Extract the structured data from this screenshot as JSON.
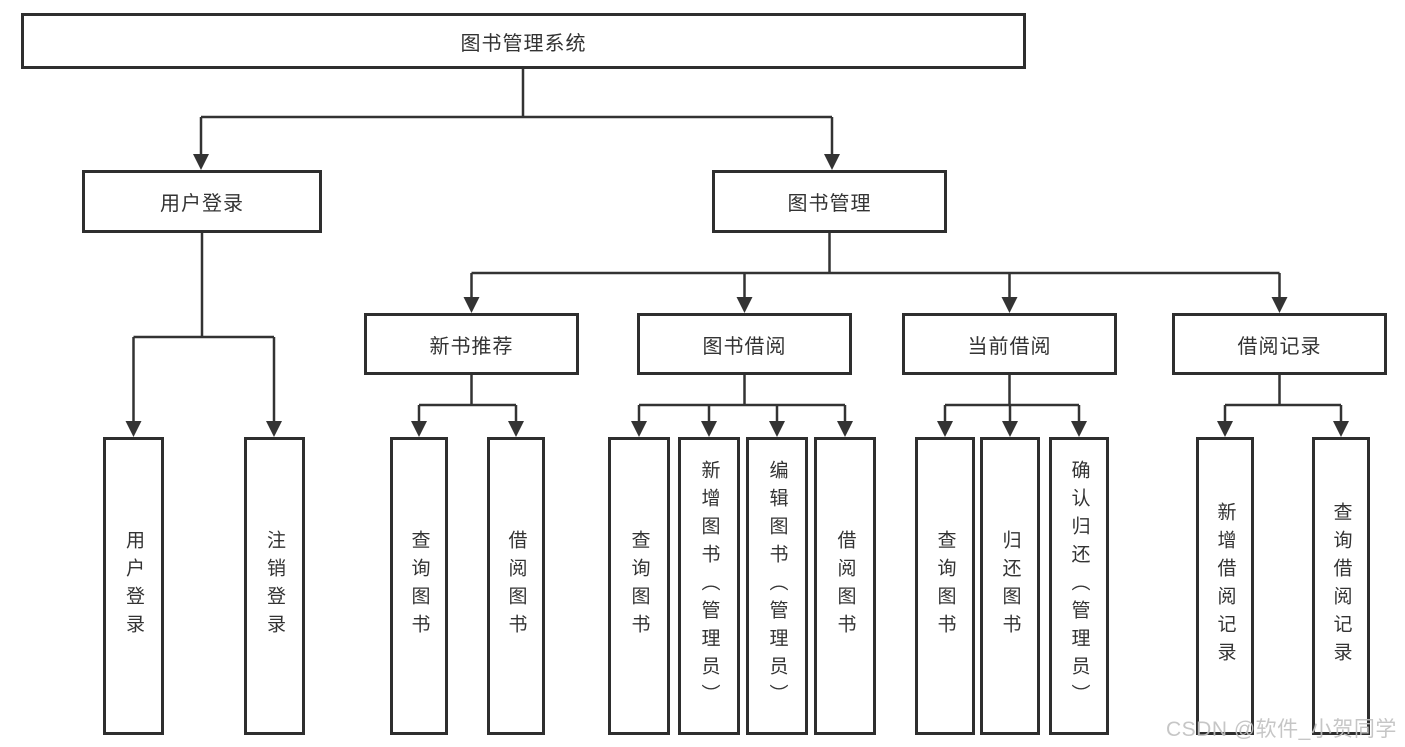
{
  "diagram": {
    "nodes": {
      "root": "图书管理系统",
      "user_login": "用户登录",
      "book_mgmt": "图书管理",
      "new_books": "新书推荐",
      "borrow": "图书借阅",
      "current": "当前借阅",
      "records": "借阅记录"
    },
    "leaves": {
      "user_login": [
        "用户登录",
        "注销登录"
      ],
      "new_books": [
        "查询图书",
        "借阅图书"
      ],
      "borrow": [
        "查询图书",
        "新增图书（管理员）",
        "编辑图书（管理员）",
        "借阅图书"
      ],
      "current": [
        "查询图书",
        "归还图书",
        "确认归还（管理员）"
      ],
      "records": [
        "新增借阅记录",
        "查询借阅记录"
      ]
    },
    "colors": {
      "line": "#333333",
      "text": "#333333",
      "background": "#ffffff",
      "watermark": "#c2c2c2"
    }
  },
  "watermark": "CSDN @软件_小贺同学"
}
